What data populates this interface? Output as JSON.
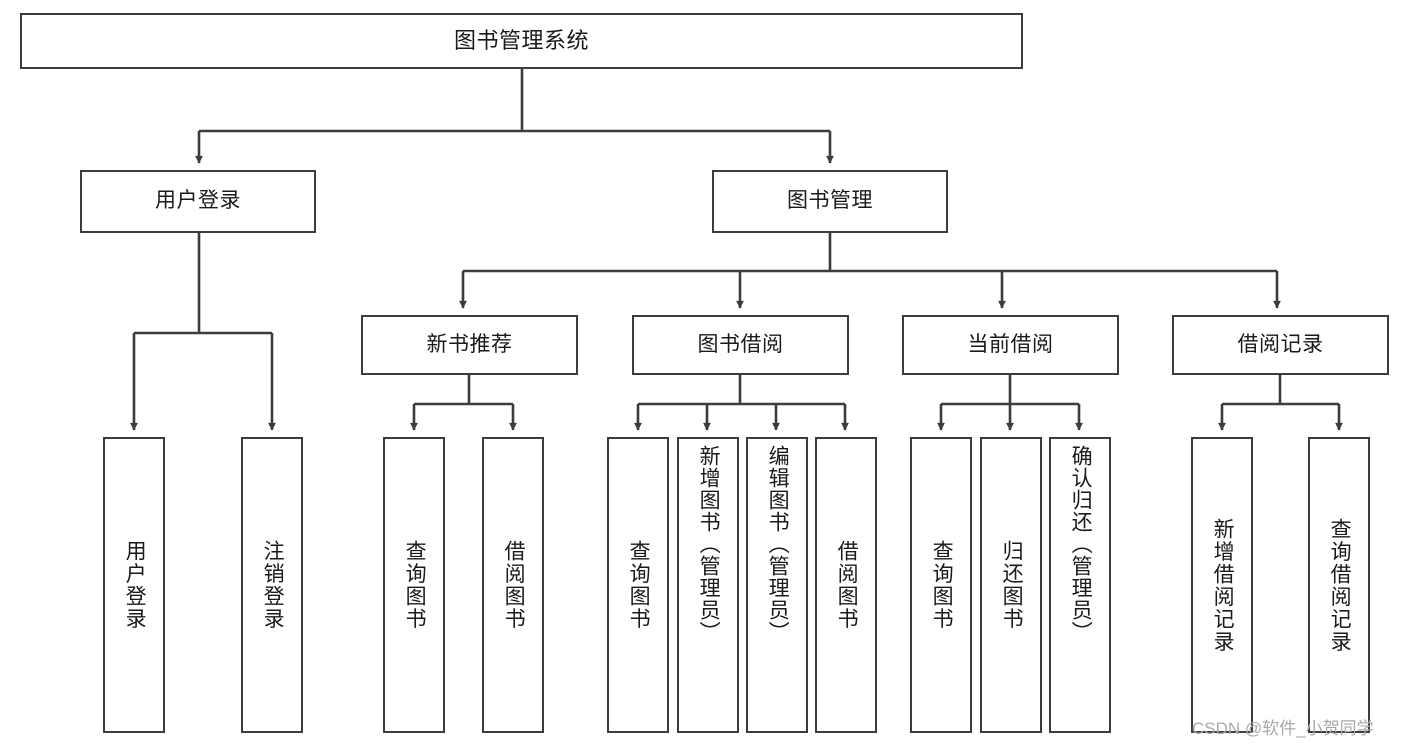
{
  "diagram": {
    "title": "图书管理系统",
    "type": "function-structure-tree",
    "line_color": "#3c3c3c",
    "box_fill": "#ffffff",
    "text_color": "#1a1a1a",
    "levels": {
      "root": {
        "label": "图书管理系统"
      },
      "level1": [
        {
          "label": "用户登录"
        },
        {
          "label": "图书管理"
        }
      ],
      "level2": [
        {
          "label": "新书推荐"
        },
        {
          "label": "图书借阅"
        },
        {
          "label": "当前借阅"
        },
        {
          "label": "借阅记录"
        }
      ],
      "leaves": {
        "user_login": [
          {
            "label": "用户登录"
          },
          {
            "label": "注销登录"
          }
        ],
        "new_book_recommend": [
          {
            "label": "查询图书"
          },
          {
            "label": "借阅图书"
          }
        ],
        "book_borrow": [
          {
            "label": "查询图书"
          },
          {
            "label": "新增图书（管理员）"
          },
          {
            "label": "编辑图书（管理员）"
          },
          {
            "label": "借阅图书"
          }
        ],
        "current_borrow": [
          {
            "label": "查询图书"
          },
          {
            "label": "归还图书"
          },
          {
            "label": "确认归还（管理员）"
          }
        ],
        "borrow_record": [
          {
            "label": "新增借阅记录"
          },
          {
            "label": "查询借阅记录"
          }
        ]
      }
    }
  },
  "watermark": {
    "text": "CSDN @软件_小贺同学"
  }
}
